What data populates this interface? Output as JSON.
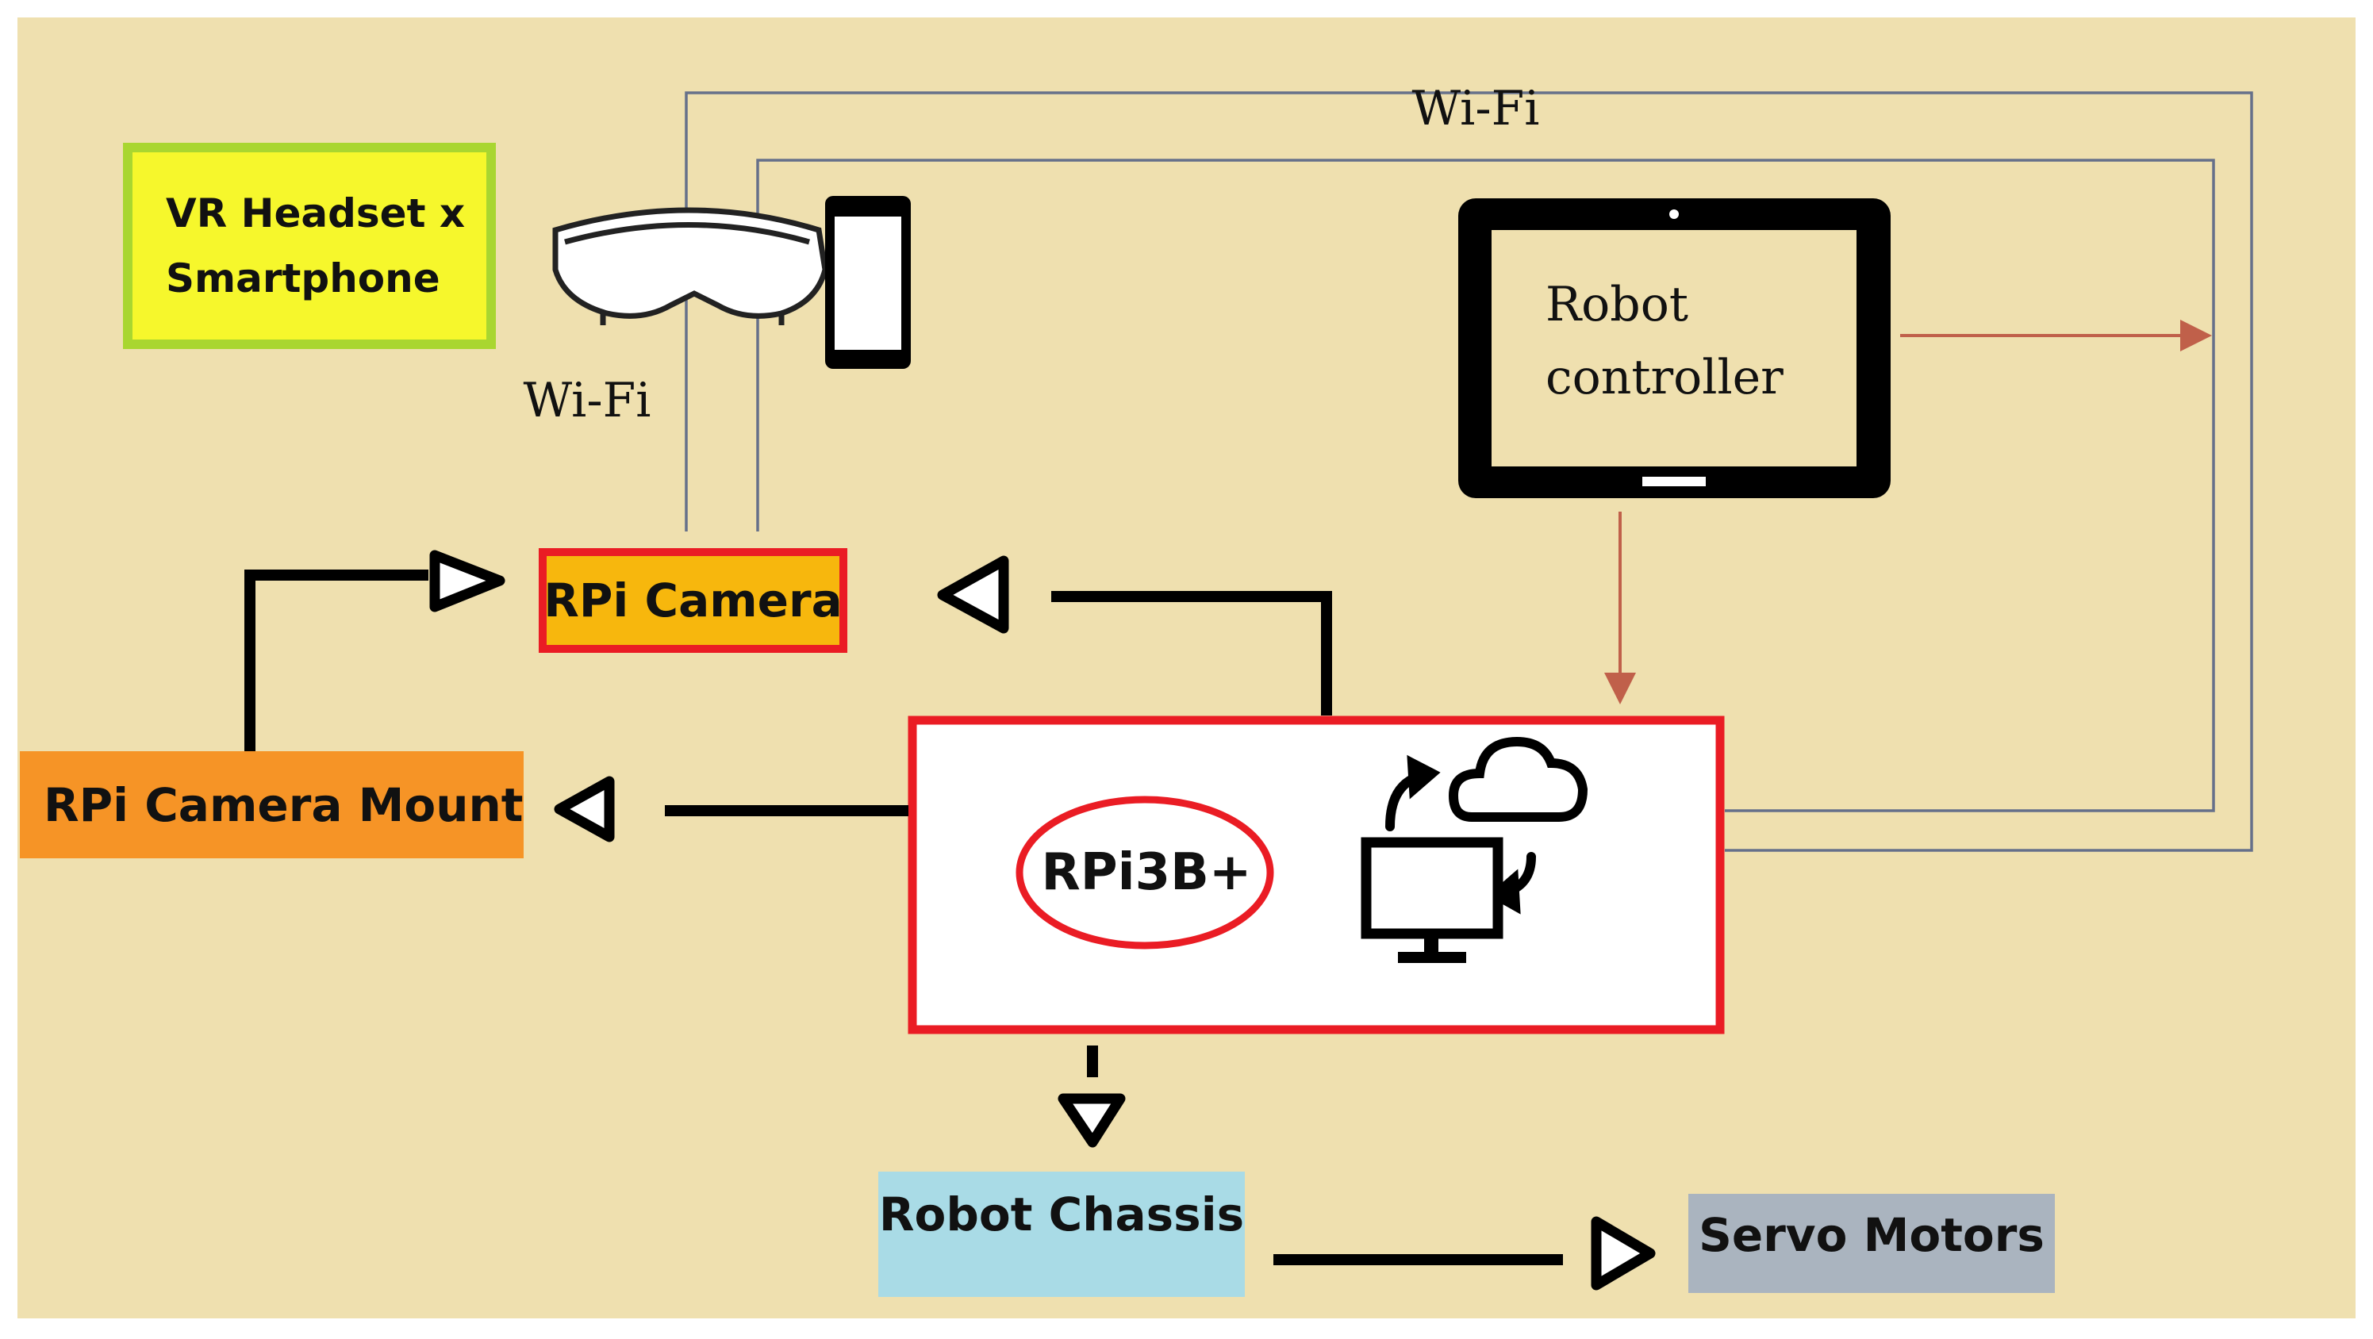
{
  "colors": {
    "background": "#efe0af",
    "border_red": "#ea1c24",
    "vr_fill": "#f6f72c",
    "vr_border": "#a9d630",
    "camera_fill": "#f7b70d",
    "mount_fill": "#f69426",
    "chassis_fill": "#a9dbe6",
    "servo_fill": "#aab4bf",
    "wifi_line": "#66708a",
    "controller_line": "#c0604a",
    "arrow": "#000000"
  },
  "nodes": {
    "vr_headset": {
      "line1": "VR Headset x",
      "line2": "Smartphone"
    },
    "rpi_camera": "RPi Camera",
    "rpi_camera_mount": "RPi Camera Mount",
    "rpi_board": "RPi3B+",
    "robot_controller": {
      "line1": "Robot",
      "line2": "controller"
    },
    "robot_chassis": "Robot Chassis",
    "servo_motors": "Servo Motors"
  },
  "connections": {
    "wifi_top": "Wi-Fi",
    "wifi_left": "Wi-Fi"
  },
  "icons": [
    "vr-goggles-icon",
    "smartphone-icon",
    "tablet-icon",
    "cloud-sync-icon",
    "computer-icon"
  ]
}
